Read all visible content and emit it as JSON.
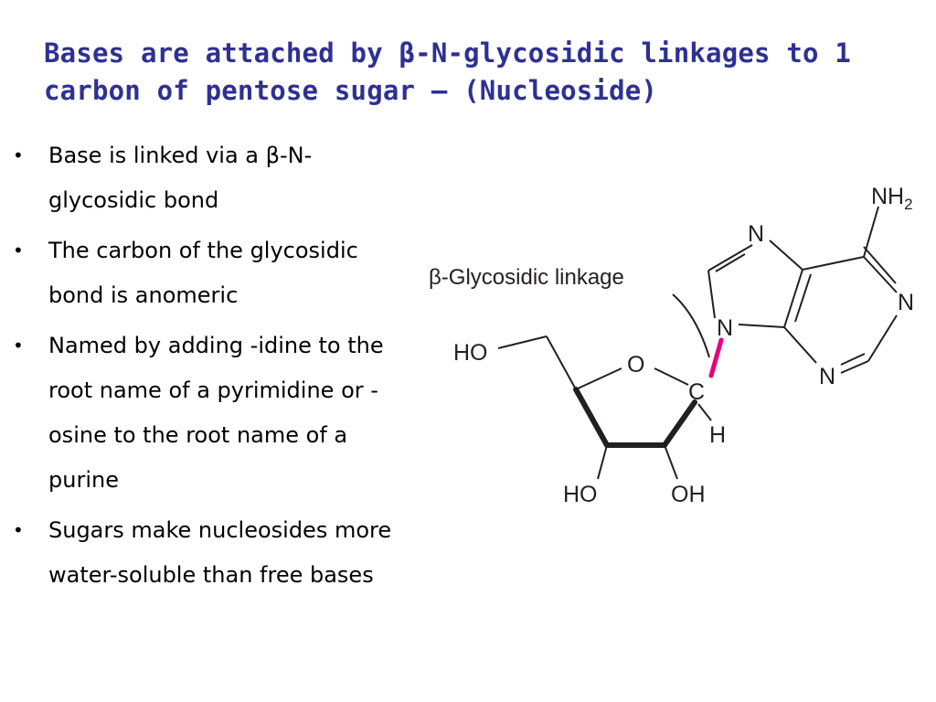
{
  "slide": {
    "title_line1": "Bases are attached by β-N-glycosidic linkages to 1",
    "title_line2": "carbon of pentose sugar – (Nucleoside)"
  },
  "bullets": [
    "Base is linked via a β-N-glycosidic bond",
    "The carbon of the glycosidic bond is anomeric",
    "Named by adding -idine to the root name of a pyrimidine or -osine to the root name of a purine",
    "Sugars make nucleosides more water-soluble than free bases"
  ],
  "diagram": {
    "linkage_label": "β-Glycosidic linkage",
    "atoms": {
      "nh2_main": "NH",
      "nh2_sub": "2",
      "n7": "N",
      "n1": "N",
      "n9": "N",
      "n3": "N",
      "ring_o": "O",
      "anomeric_c": "C",
      "h": "H",
      "ho_5": "HO",
      "ho_3": "HO",
      "oh_2": "OH"
    },
    "colors": {
      "title": "#2e3192",
      "glycosidic_bond": "#e6007e"
    }
  }
}
